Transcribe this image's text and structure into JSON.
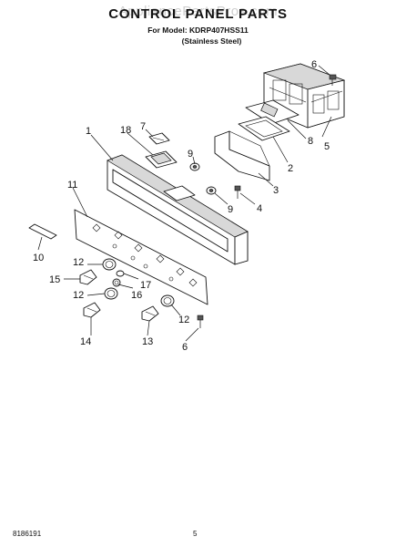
{
  "header": {
    "watermark": "AppliancePartsPros.com",
    "title": "CONTROL PANEL PARTS",
    "model_line": "For Model: KDRP407HSS11",
    "finish_line": "(Stainless Steel)"
  },
  "callouts": {
    "c1": "1",
    "c2": "2",
    "c3": "3",
    "c4": "4",
    "c5": "5",
    "c6a": "6",
    "c6b": "6",
    "c7": "7",
    "c8": "8",
    "c9a": "9",
    "c9b": "9",
    "c10": "10",
    "c11": "11",
    "c12a": "12",
    "c12b": "12",
    "c12c": "12",
    "c13": "13",
    "c14": "14",
    "c15": "15",
    "c16": "16",
    "c17": "17",
    "c18": "18"
  },
  "footer": {
    "document_number": "8186191",
    "page_number": "5"
  }
}
